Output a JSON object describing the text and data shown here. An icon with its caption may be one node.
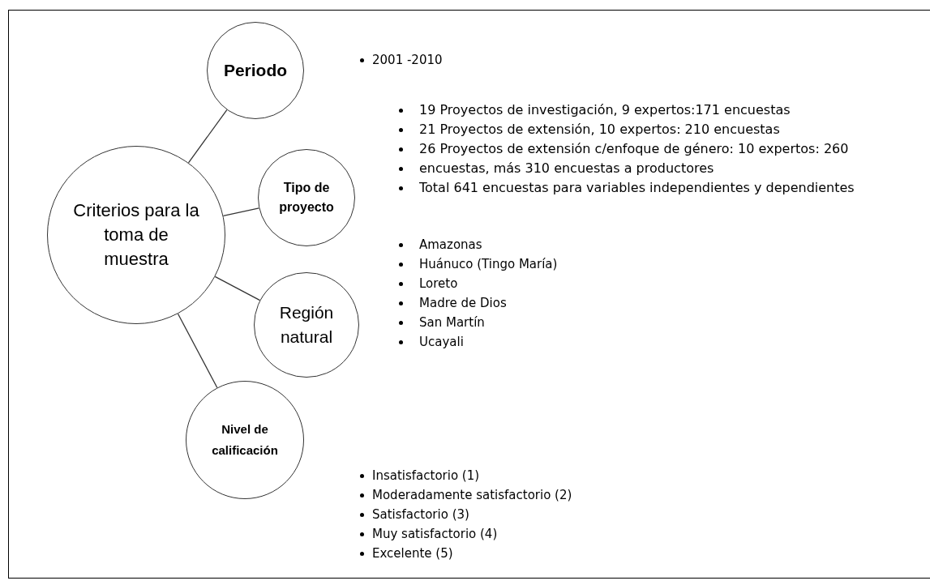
{
  "diagram": {
    "nodes": [
      {
        "text": [
          "Criterios para la toma de muestra"
        ]
      },
      {
        "text": [
          "Periodo"
        ]
      },
      {
        "text": [
          "Tipo de proyecto"
        ]
      },
      {
        "text": [
          "Región natural"
        ]
      },
      {
        "text": [
          "Nivel de calificación"
        ]
      }
    ],
    "edges": [
      {
        "from": 0,
        "to": 1,
        "arrow": "none"
      },
      {
        "from": 0,
        "to": 2,
        "arrow": "none"
      },
      {
        "from": 0,
        "to": 3,
        "arrow": "none"
      },
      {
        "from": 0,
        "to": 4,
        "arrow": "none"
      }
    ],
    "labels": [
      "2001 -2010",
      "19 Proyectos de investigación, 9 expertos:171 encuestas",
      "21 Proyectos de extensión, 10 expertos: 210 encuestas",
      "26 Proyectos de extensión c/enfoque de género: 10 expertos: 260",
      "encuestas, más 310 encuestas a productores",
      "Total 641 encuestas para variables independientes y dependientes",
      "Amazonas",
      "Huánuco (Tingo María)",
      "Loreto",
      "Madre de Dios",
      "San Martín",
      "Ucayali",
      "Insatisfactorio (1)",
      "Moderadamente satisfactorio (2)",
      "Satisfactorio (3)",
      "Muy satisfactorio (4)",
      "Excelente (5)"
    ]
  }
}
